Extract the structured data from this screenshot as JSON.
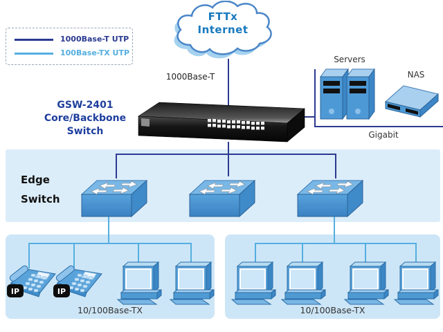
{
  "legend": {
    "items": [
      {
        "label": "1000Base-T UTP"
      },
      {
        "label": "100Base-TX UTP"
      }
    ]
  },
  "internet": {
    "label": "FTTx\nInternet"
  },
  "core": {
    "uplink_label": "1000Base-T",
    "switch_label": "GSW-2401\nCore/Backbone\nSwitch"
  },
  "server_area": {
    "servers_label": "Servers",
    "nas_label": "NAS",
    "gigabit_label": "Gigabit"
  },
  "edge": {
    "label": "Edge\nSwitch"
  },
  "groups": {
    "left": {
      "label": "10/100Base-TX",
      "ip_badge": "IP"
    },
    "right": {
      "label": "10/100Base-TX"
    }
  },
  "colors": {
    "line_1000": "#2b3a90",
    "line_100": "#55aee0",
    "band_bg": "#dcedfa",
    "panel_bg": "#cde6f7",
    "text_dark": "#333333",
    "core_label": "#1f3f9e",
    "cloud_text": "#1879be",
    "edge_text": "#111111"
  }
}
